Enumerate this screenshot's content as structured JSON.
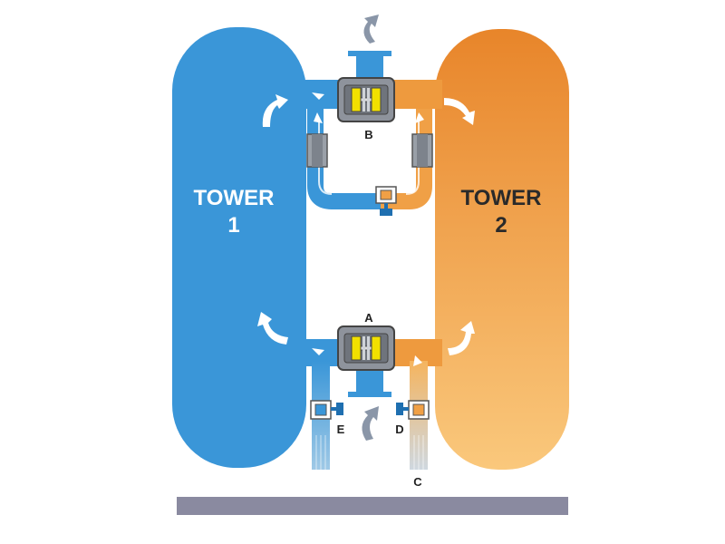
{
  "towers": {
    "tower1": {
      "line1": "TOWER",
      "line2": "1"
    },
    "tower2": {
      "line1": "TOWER",
      "line2": "2"
    }
  },
  "valves": {
    "a": "A",
    "b": "B",
    "c": "C",
    "d": "D",
    "e": "E"
  },
  "colors": {
    "tower1_blue": "#3a96d8",
    "tower2_orange_top": "#e8862a",
    "tower2_orange_bottom": "#f9c87a",
    "valve_gray": "#8e939c",
    "valve_yellow": "#f2e000",
    "base_bar": "#8a8aa0"
  }
}
